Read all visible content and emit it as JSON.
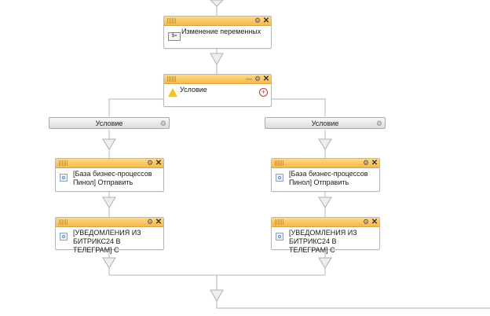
{
  "blocks": {
    "set_variable": {
      "title": "Изменение переменных",
      "icon": "variable-icon"
    },
    "condition": {
      "title": "Условие",
      "icon": "condition-icon"
    },
    "left_process": {
      "title": "[База бизнес-процессов Пинол] Отправить",
      "icon": "action-icon"
    },
    "left_notify": {
      "title": "[УВЕДОМЛЕНИЯ ИЗ БИТРИКС24 В ТЕЛЕГРАМ] С",
      "icon": "action-icon"
    },
    "right_process": {
      "title": "[База бизнес-процессов Пинол] Отправить",
      "icon": "action-icon"
    },
    "right_notify": {
      "title": "[УВЕДОМЛЕНИЯ ИЗ БИТРИКС24 В ТЕЛЕГРАМ] С",
      "icon": "action-icon"
    }
  },
  "branches": {
    "left_label": "Условие",
    "right_label": "Условие"
  },
  "header_icons": {
    "gear": "⚙",
    "close": "✕",
    "minimize": "—"
  },
  "add_branch_symbol": "+",
  "colors": {
    "header": "#f6b94a",
    "connector": "#a9b7c6",
    "arrow": "#d2d2d2"
  }
}
